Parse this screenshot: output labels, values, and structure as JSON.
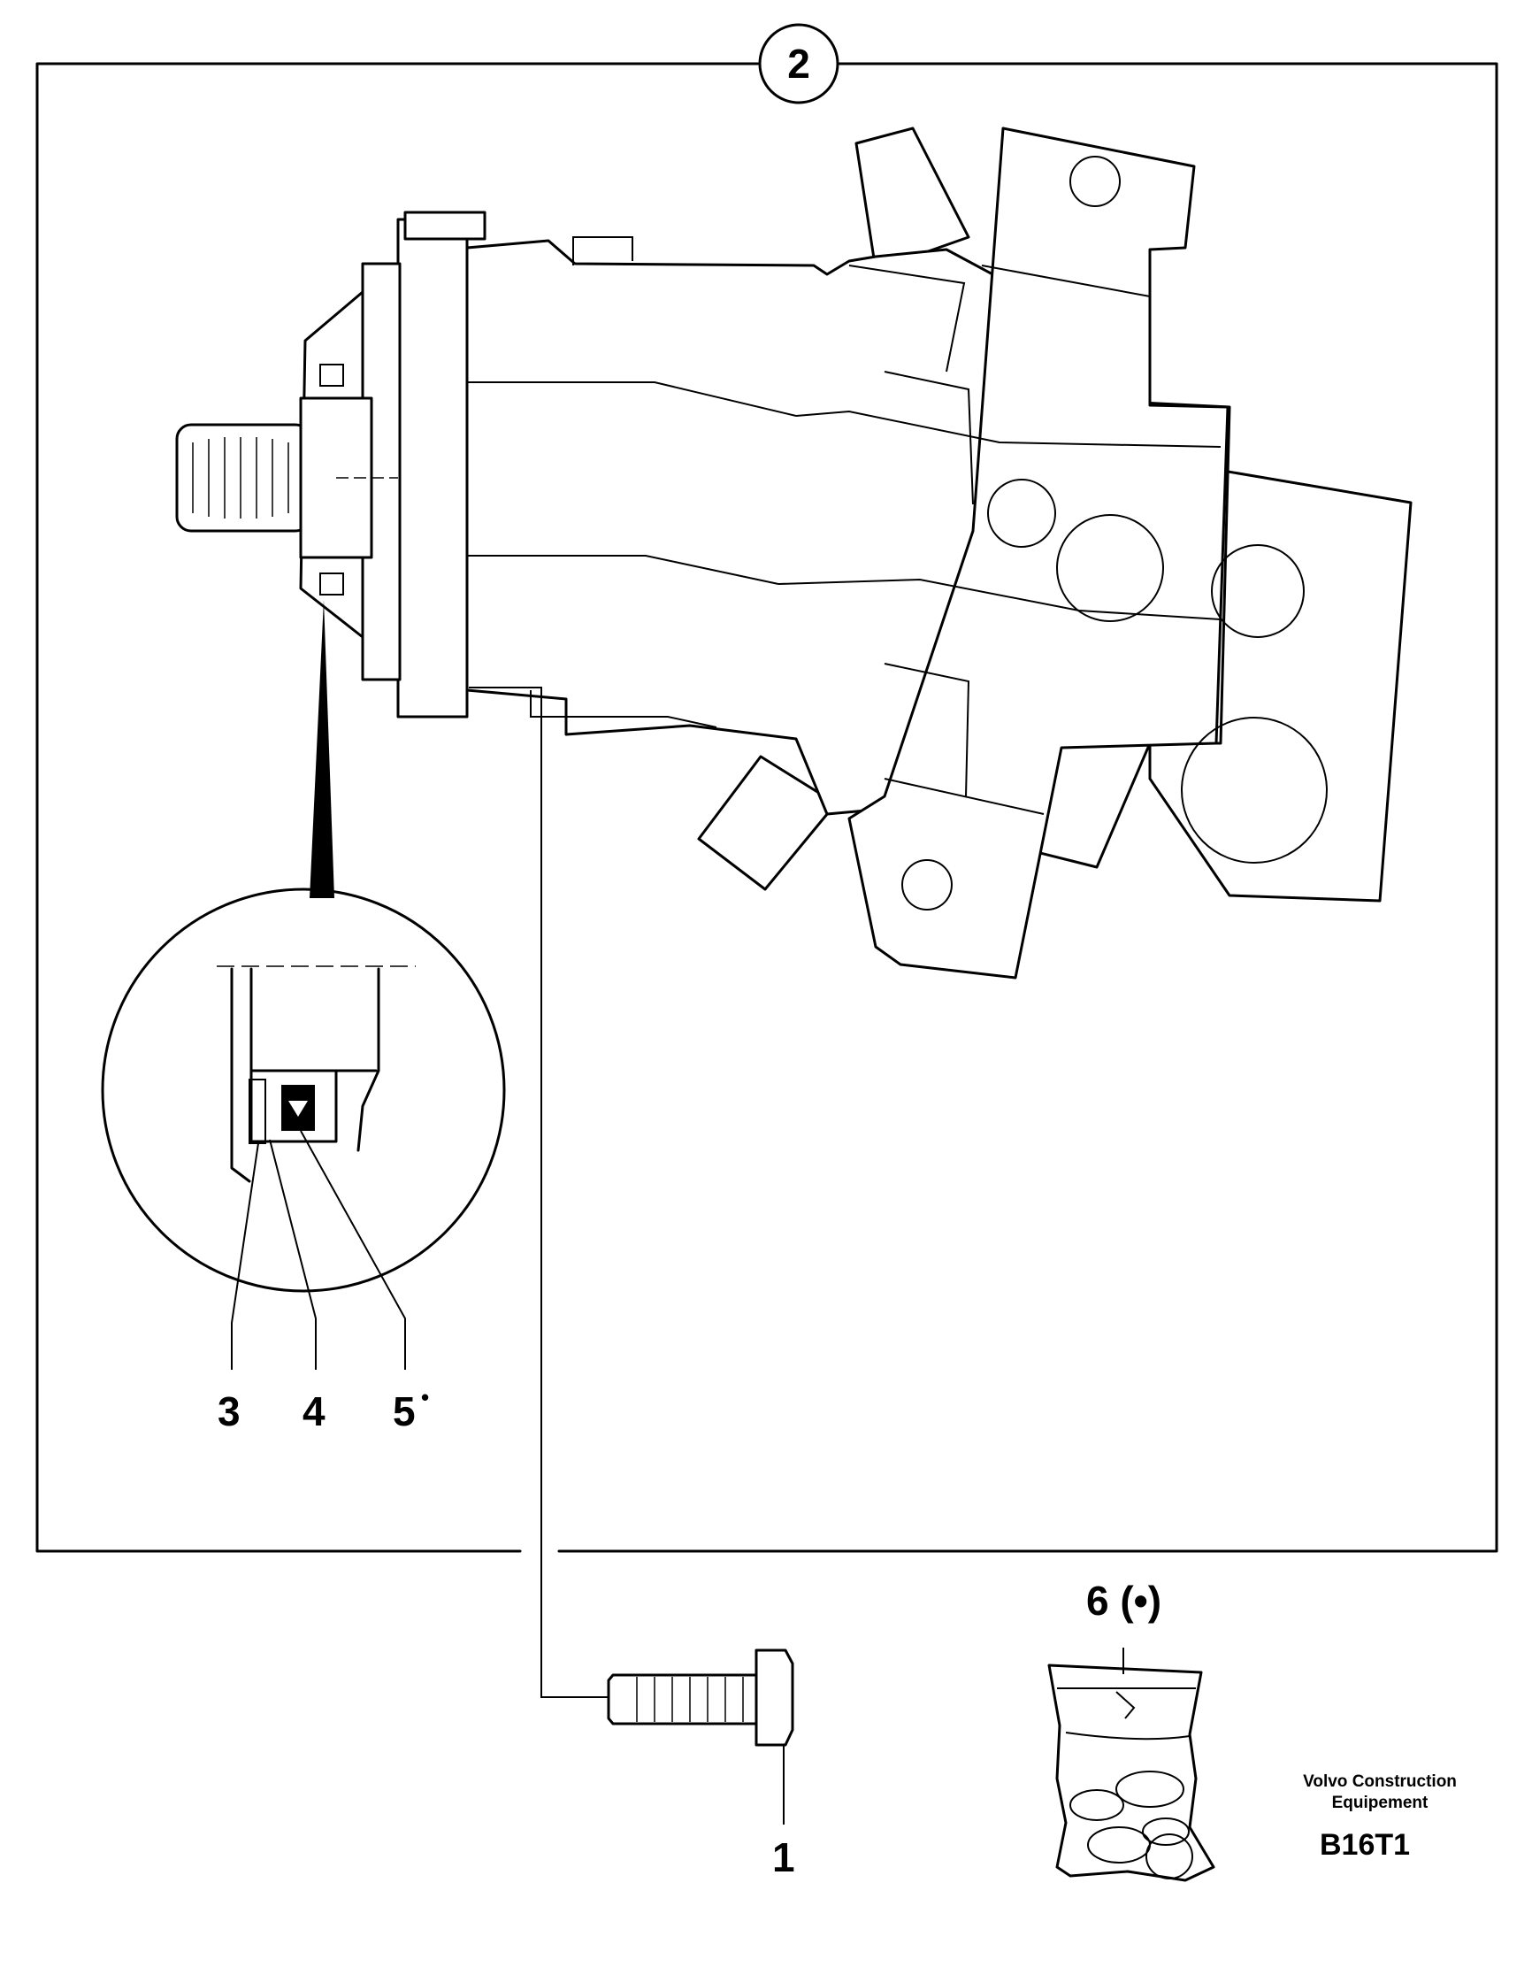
{
  "assembly_callout": "2",
  "callouts": {
    "bolt": "1",
    "part3": "3",
    "part4": "4",
    "part5": "5",
    "part5_marker": "•",
    "seal_kit": "6 (•)"
  },
  "credit": {
    "line1": "Volvo Construction",
    "line2": "Equipement"
  },
  "figure_code": "B16T1"
}
